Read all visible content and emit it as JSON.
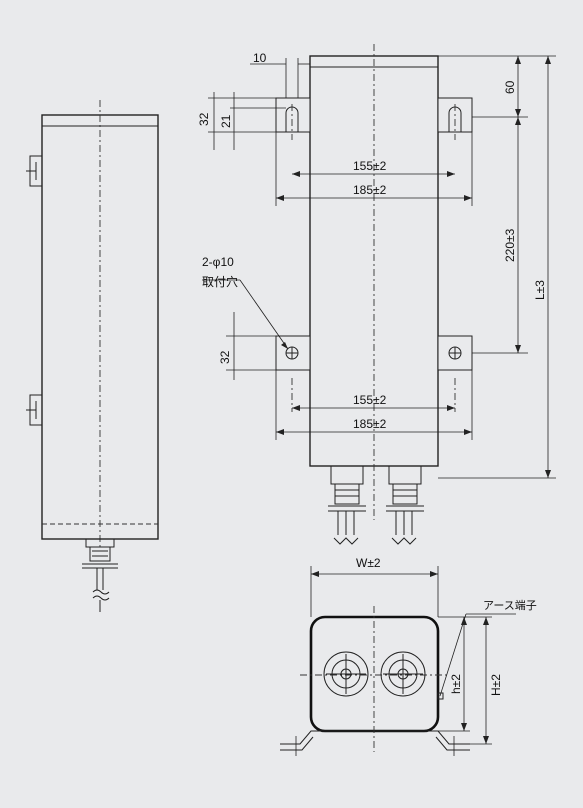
{
  "drawing": {
    "side_view": {},
    "front_view": {
      "dims": {
        "slot_width": "10",
        "slot_height_outer": "32",
        "slot_height_inner": "21",
        "top_offset": "60",
        "pitch_vertical": "220±3",
        "overall_length": "L±3",
        "inner_span_top": "155±2",
        "outer_span_top": "185±2",
        "inner_span_bottom": "155±2",
        "outer_span_bottom": "185±2",
        "bottom_tab_height": "32"
      },
      "hole_note_line1": "2-φ10",
      "hole_note_line2": "取付穴"
    },
    "end_view": {
      "width_dim": "W±2",
      "inner_height_dim": "h±2",
      "outer_height_dim": "H±2",
      "earth_terminal_label": "アース端子"
    }
  }
}
